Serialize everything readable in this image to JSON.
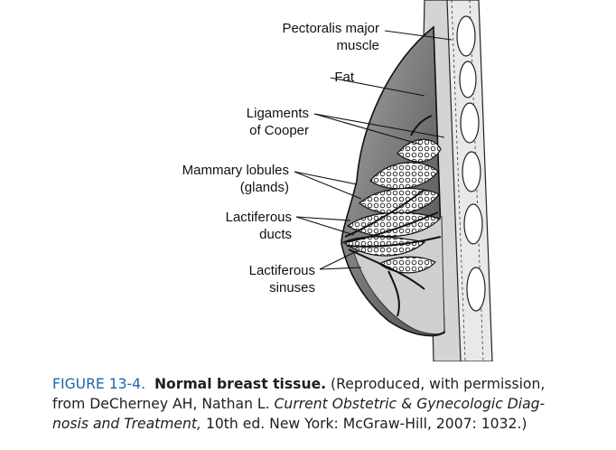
{
  "labels": {
    "pectoralis": [
      "Pectoralis major",
      "muscle"
    ],
    "fat": "Fat",
    "cooper": [
      "Ligaments",
      "of Cooper"
    ],
    "lobules": [
      "Mammary lobules",
      "(glands)"
    ],
    "ducts": [
      "Lactiferous",
      "ducts"
    ],
    "sinuses": [
      "Lactiferous",
      "sinuses"
    ]
  },
  "caption": {
    "figure": "FIGURE 13-4.",
    "title": "Normal breast tissue.",
    "line1_rest": "(Reproduced, with permission,",
    "line2_pre": "from DeCherney AH, Nathan L.",
    "line2_book": "Current Obstetric & Gynecologic Diag-",
    "line3_book": "nosis and Treatment,",
    "line3_rest": "10th ed. New York: McGraw-Hill, 2007: 1032.)"
  },
  "colors": {
    "fat_fill": "#7a7a7a",
    "gland_fill": "#ffffff",
    "lower_fill": "#cfcfcf",
    "caption_accent": "#1e64a8"
  }
}
